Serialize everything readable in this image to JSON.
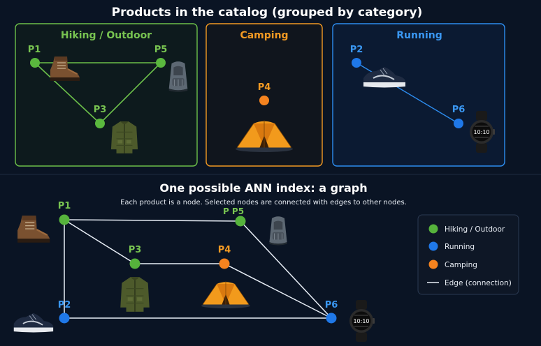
{
  "top_title": "Products in the catalog (grouped by category)",
  "groups": [
    {
      "label": "Hiking / Outdoor",
      "color": "#6cc04a"
    },
    {
      "label": "Camping",
      "color": "#f39a23"
    },
    {
      "label": "Running",
      "color": "#2d8df0"
    }
  ],
  "top_nodes": [
    {
      "id": "P1",
      "label": "P1",
      "group": "hiking",
      "image": "hiking-boot"
    },
    {
      "id": "P5",
      "label": "P5",
      "group": "hiking",
      "image": "backpack"
    },
    {
      "id": "P3",
      "label": "P3",
      "group": "hiking",
      "image": "jacket"
    },
    {
      "id": "P4",
      "label": "P4",
      "group": "camping",
      "image": "tent"
    },
    {
      "id": "P2",
      "label": "P2",
      "group": "running",
      "image": "running-shoe"
    },
    {
      "id": "P6",
      "label": "P6",
      "group": "running",
      "image": "smartwatch"
    }
  ],
  "bottom_title": "One possible ANN index: a graph",
  "bottom_subtitle": "Each product is a node. Selected nodes are connected with edges to other nodes.",
  "bottom_nodes": [
    {
      "id": "P1",
      "label": "P1"
    },
    {
      "id": "P5",
      "label": "P P5"
    },
    {
      "id": "P3",
      "label": "P3"
    },
    {
      "id": "P4",
      "label": "P4"
    },
    {
      "id": "P2",
      "label": "P2"
    },
    {
      "id": "P6",
      "label": "P6"
    }
  ],
  "bottom_edges": [
    [
      "P1",
      "P5"
    ],
    [
      "P1",
      "P3"
    ],
    [
      "P1",
      "P2"
    ],
    [
      "P3",
      "P4"
    ],
    [
      "P4",
      "P6"
    ],
    [
      "P5",
      "P6"
    ],
    [
      "P2",
      "P6"
    ]
  ],
  "legend": [
    {
      "label": "Hiking / Outdoor",
      "type": "dot",
      "color": "#56b33c"
    },
    {
      "label": "Running",
      "type": "dot",
      "color": "#1f78e8"
    },
    {
      "label": "Camping",
      "type": "dot",
      "color": "#f5831f"
    },
    {
      "label": "Edge (connection)",
      "type": "line",
      "color": "#e8eef6"
    }
  ],
  "watch_face_text": "10:10"
}
